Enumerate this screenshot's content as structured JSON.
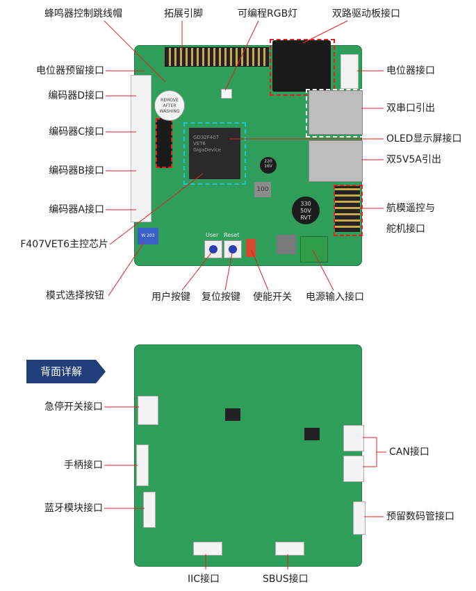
{
  "top_labels": {
    "buzzer_jumper": "蜂鸣器控制跳线帽",
    "expansion_pins": "拓展引脚",
    "rgb_led": "可编程RGB灯",
    "dual_driver": "双路驱动板接口"
  },
  "left_labels": {
    "pot_reserved": "电位器预留接口",
    "encoder_d": "编码器D接口",
    "encoder_c": "编码器C接口",
    "encoder_b": "编码器B接口",
    "encoder_a": "编码器A接口",
    "mcu": "F407VET6主控芯片",
    "mode_button": "模式选择按钮"
  },
  "right_labels": {
    "pot": "电位器接口",
    "dual_serial": "双串口引出",
    "oled": "OLED显示屏接口",
    "dual_5v5a": "双5V5A引出",
    "rc_servo_1": "航模遥控与",
    "rc_servo_2": "舵机接口"
  },
  "bottom_labels": {
    "user_key": "用户按键",
    "reset_key": "复位按键",
    "enable_switch": "使能开关",
    "power_input": "电源输入接口"
  },
  "back": {
    "tab": "背面详解",
    "estop": "急停开关接口",
    "gamepad": "手柄接口",
    "bluetooth": "蓝牙模块接口",
    "can": "CAN接口",
    "seg_display": "预留数码管接口",
    "iic": "IIC接口",
    "sbus": "SBUS接口"
  },
  "board_text": {
    "chip1": "GD32F407",
    "chip2": "VET6",
    "chip3": "GigaDevice",
    "sticker1": "REMOVE",
    "sticker2": "AFTER",
    "sticker3": "WASHING",
    "cap1": "330",
    "cap2": "50V",
    "cap3": "RVT",
    "cap4": "220",
    "cap5": "16V",
    "ind1": "100",
    "btn_user": "User",
    "btn_reset": "Reset",
    "pot_val": "W 203"
  },
  "colors": {
    "board": "#2e9e5a",
    "tab": "#1f3e7a",
    "callout_box": "#e02020"
  }
}
